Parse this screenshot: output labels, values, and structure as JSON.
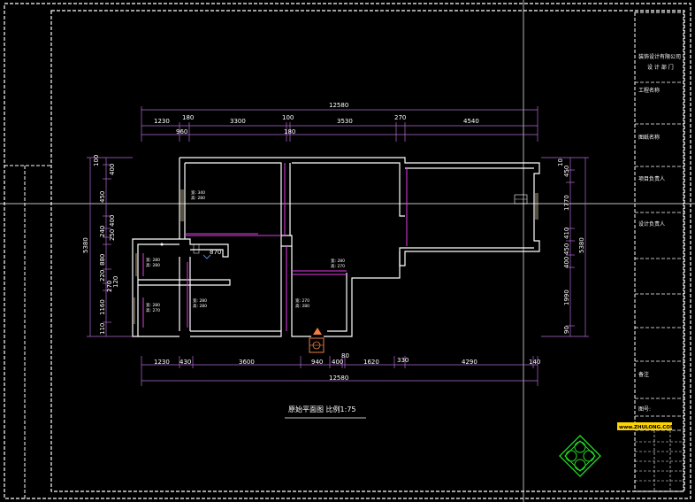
{
  "drawing": {
    "title": "原始平面图 比例1:75",
    "overall_top": "12580",
    "overall_bottom": "12580",
    "top_row1": [
      "1230",
      "180",
      "3300",
      "100",
      "3530",
      "270",
      "4540"
    ],
    "top_row2": [
      "960",
      "180"
    ],
    "bottom_row": [
      "1230",
      "430",
      "3600",
      "940",
      "400",
      "80",
      "1620",
      "330",
      "4290",
      "140"
    ],
    "left_outer": "5380",
    "left_inner": [
      "100",
      "400",
      "450",
      "400",
      "240",
      "250",
      "880",
      "220",
      "270",
      "120",
      "1160",
      "110"
    ],
    "right_outer": "5380",
    "right_inner": [
      "10",
      "450",
      "1770",
      "410",
      "450",
      "400",
      "1990",
      "90"
    ],
    "inner_dim": "870",
    "room_labels": [
      {
        "a": "宽: 340",
        "b": "高: 280"
      },
      {
        "a": "宽: 280",
        "b": "高: 280"
      },
      {
        "a": "宽: 280",
        "b": "高: 270"
      },
      {
        "a": "宽: 280",
        "b": "高: 280"
      },
      {
        "a": "宽: 280",
        "b": "高: 270"
      },
      {
        "a": "宽: 270",
        "b": "高: 280"
      }
    ]
  },
  "title_block": {
    "company": "装饰设计有限公司",
    "company_sub": "设 计 部 门",
    "fields": [
      "工程名称",
      "图纸名称",
      "项目负责人",
      "设计负责人"
    ],
    "remark": "备注",
    "sheet_no": "图号:",
    "watermark": "www.ZHULONG.COM"
  }
}
